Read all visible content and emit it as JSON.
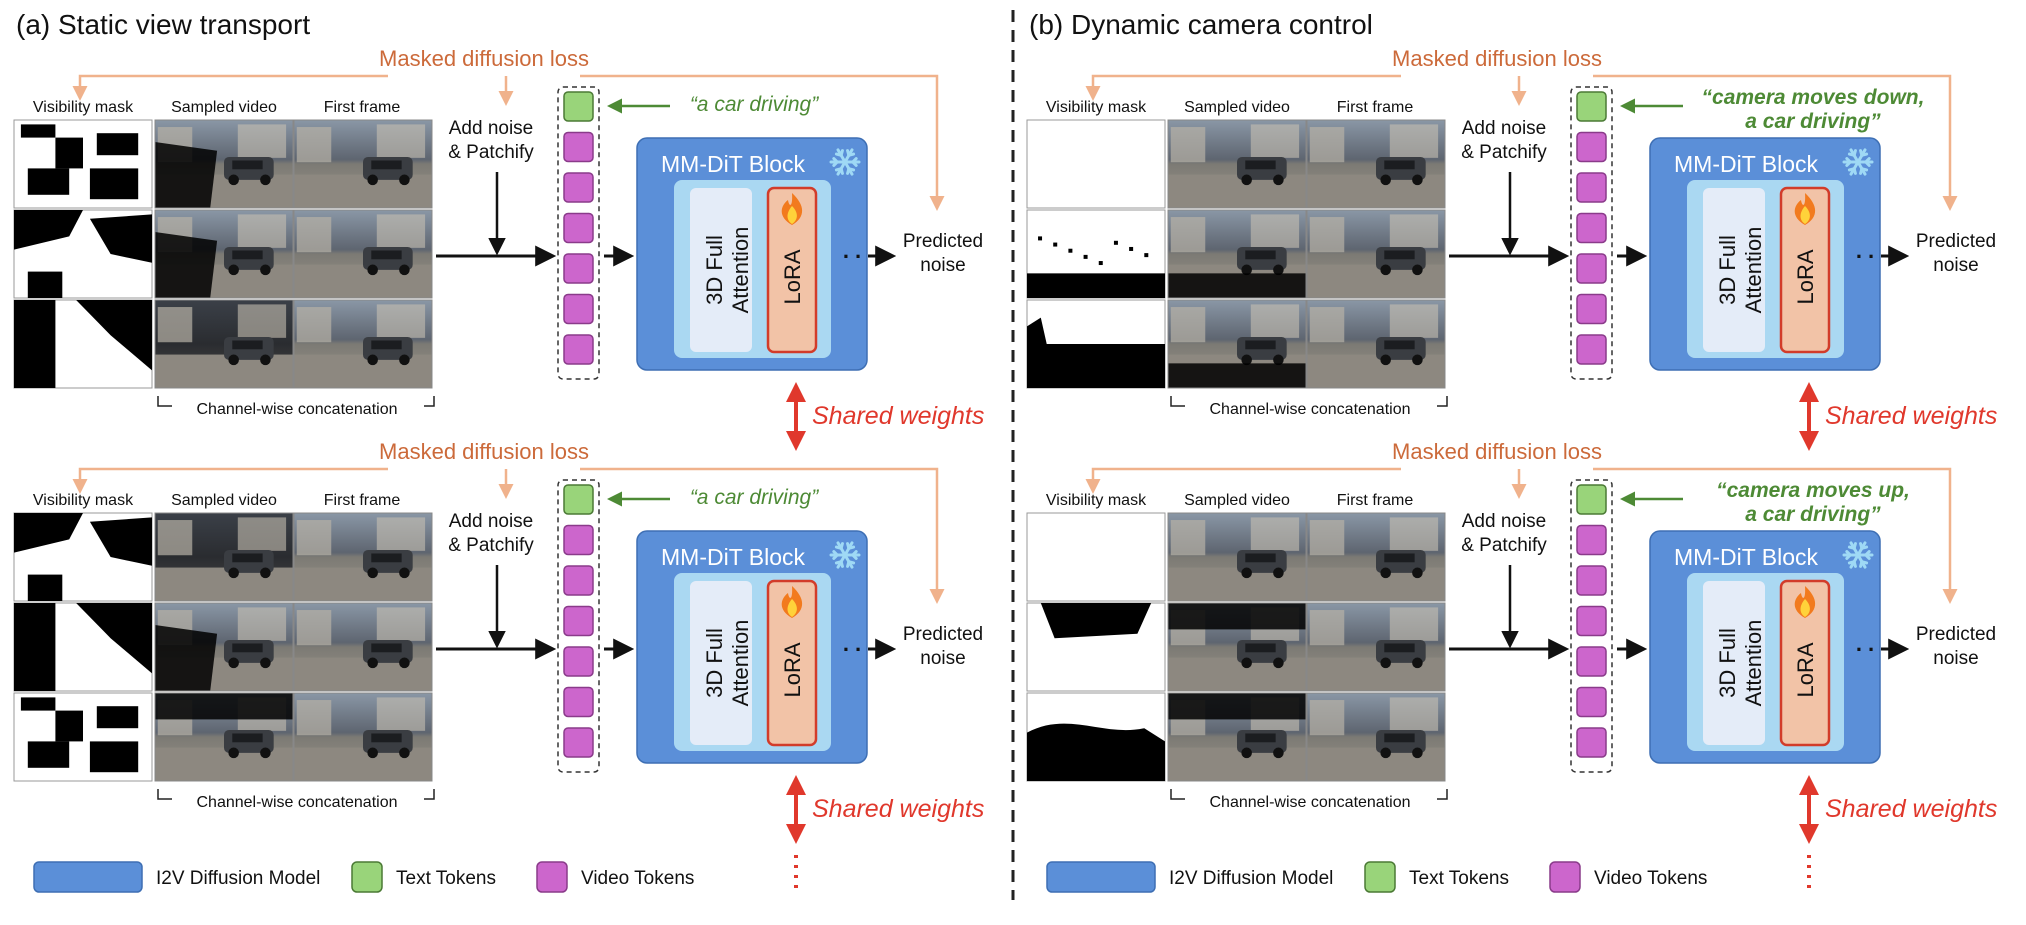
{
  "panels": [
    {
      "title": "(a) Static view transport",
      "rows": [
        {
          "loss_label": "Masked diffusion loss",
          "prompt": [
            "“a car driving”"
          ]
        },
        {
          "loss_label": "Masked diffusion loss",
          "prompt": [
            "“a car driving”"
          ]
        }
      ]
    },
    {
      "title": "(b) Dynamic camera control",
      "rows": [
        {
          "loss_label": "Masked diffusion loss",
          "prompt": [
            "“camera moves down,",
            "a car driving”"
          ]
        },
        {
          "loss_label": "Masked diffusion loss",
          "prompt": [
            "“camera moves up,",
            "a car driving”"
          ]
        }
      ]
    }
  ],
  "labels": {
    "visibility_mask": "Visibility mask",
    "sampled_video": "Sampled video",
    "first_frame": "First frame",
    "add_noise": [
      "Add noise",
      "& Patchify"
    ],
    "mmdit_block": "MM-DiT Block",
    "attention": [
      "3D Full",
      "Attention"
    ],
    "lora": "LoRA",
    "predicted": [
      "Predicted",
      "noise"
    ],
    "concat": "Channel-wise concatenation",
    "shared_weights": "Shared weights",
    "dots": ". ."
  },
  "legend": [
    {
      "label": "I2V  Diffusion Model",
      "color": "#5b8fd8",
      "icon": "model-swatch"
    },
    {
      "label": "Text Tokens",
      "color": "#99d47a",
      "icon": "text-token-swatch"
    },
    {
      "label": "Video Tokens",
      "color": "#cc66cc",
      "icon": "video-token-swatch"
    }
  ],
  "colors": {
    "loss": "#cc6a3a",
    "loss_arrow": "#f0b28c",
    "prompt": "#4d8a35",
    "shared": "#e0382c",
    "block_outer": "#5b8fd8",
    "block_inner": "#aad8f2",
    "attention_box": "#e4ecf8",
    "lora_box": "#f2c3a7",
    "lora_border": "#d23c2a",
    "text_token": "#99d47a",
    "video_token": "#cc66cc"
  },
  "icons": {
    "freeze": "snowflake-icon",
    "trainable": "flame-icon"
  }
}
